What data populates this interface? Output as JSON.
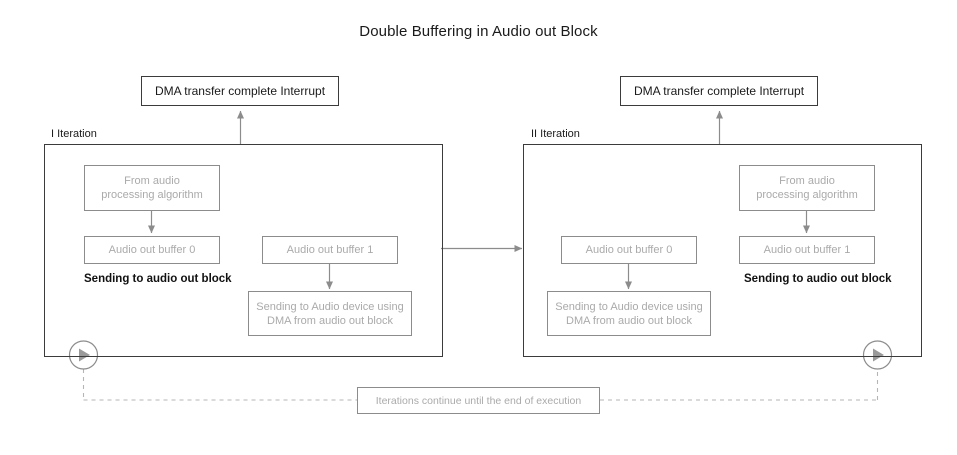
{
  "title": "Double Buffering in Audio out Block",
  "colors": {
    "dark_stroke": "#3b3b3b",
    "light_stroke": "#8c8c8c",
    "light_text": "#aaaaaa",
    "dark_text": "#1a1a1a",
    "arrow": "#8c8c8c",
    "background": "#ffffff"
  },
  "interrupts": [
    {
      "label": "DMA transfer complete Interrupt"
    },
    {
      "label": "DMA transfer complete Interrupt"
    }
  ],
  "iterations": [
    {
      "label": "I Iteration",
      "nodes": {
        "from_audio": "From audio\nprocessing algorithm",
        "from_audio_line1": "From audio",
        "from_audio_line2": "processing algorithm",
        "buffer_active": "Audio out buffer 0",
        "buffer_dma": "Audio out buffer 1",
        "dma_send_line1": "Sending to Audio device using",
        "dma_send_line2": "DMA from audio out block"
      },
      "send_label": "Sending to audio out block"
    },
    {
      "label": "II Iteration",
      "nodes": {
        "from_audio_line1": "From audio",
        "from_audio_line2": "processing algorithm",
        "buffer_active": "Audio out buffer 1",
        "buffer_dma": "Audio out buffer 0",
        "dma_send_line1": "Sending to Audio device using",
        "dma_send_line2": "DMA from audio out block"
      },
      "send_label": "Sending to audio out block"
    }
  ],
  "loop_note": "Iterations continue until the end of execution",
  "play_buttons": [
    {
      "name": "play-icon-left"
    },
    {
      "name": "play-icon-right"
    }
  ]
}
